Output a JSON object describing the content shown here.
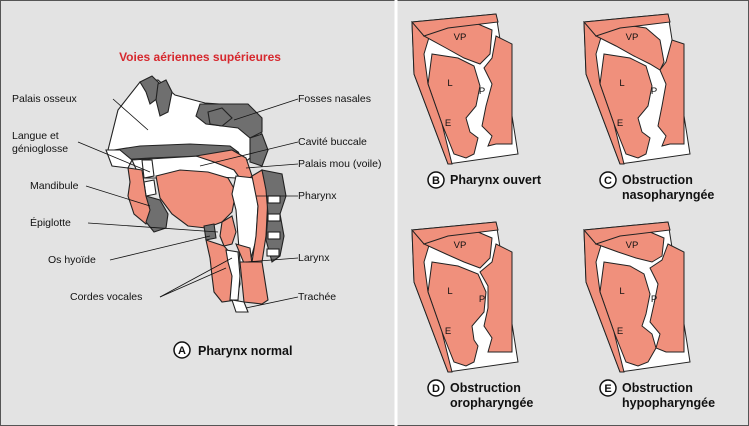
{
  "title": "Voies aériennes supérieures",
  "panel_a": {
    "letter": "A",
    "caption": "Pharynx normal",
    "labels_left": {
      "palais_osseux": "Palais osseux",
      "langue_line1": "Langue et",
      "langue_line2": "génioglosse",
      "mandibule": "Mandibule",
      "epiglotte": "Épiglotte",
      "os_hyoide": "Os hyoïde",
      "cordes_vocales": "Cordes vocales"
    },
    "labels_right": {
      "fosses_nasales": "Fosses nasales",
      "cavite_buccale": "Cavité buccale",
      "palais_mou": "Palais mou (voile)",
      "pharynx": "Pharynx",
      "larynx": "Larynx",
      "trachee": "Trachée"
    }
  },
  "panels": [
    {
      "letter": "B",
      "caption_line1": "Pharynx ouvert",
      "caption_line2": "",
      "vp": "VP",
      "l": "L",
      "p": "P",
      "e": "E"
    },
    {
      "letter": "C",
      "caption_line1": "Obstruction",
      "caption_line2": "nasopharyngée",
      "vp": "VP",
      "l": "L",
      "p": "P",
      "e": "E"
    },
    {
      "letter": "D",
      "caption_line1": "Obstruction",
      "caption_line2": "oropharyngée",
      "vp": "VP",
      "l": "L",
      "p": "P",
      "e": "E"
    },
    {
      "letter": "E",
      "caption_line1": "Obstruction",
      "caption_line2": "hypopharyngée",
      "vp": "VP",
      "l": "L",
      "p": "P",
      "e": "E"
    }
  ],
  "colors": {
    "background": "#e3e3e3",
    "tissue": "#f0907c",
    "bone": "#6f6f6f",
    "title": "#d6282e"
  }
}
